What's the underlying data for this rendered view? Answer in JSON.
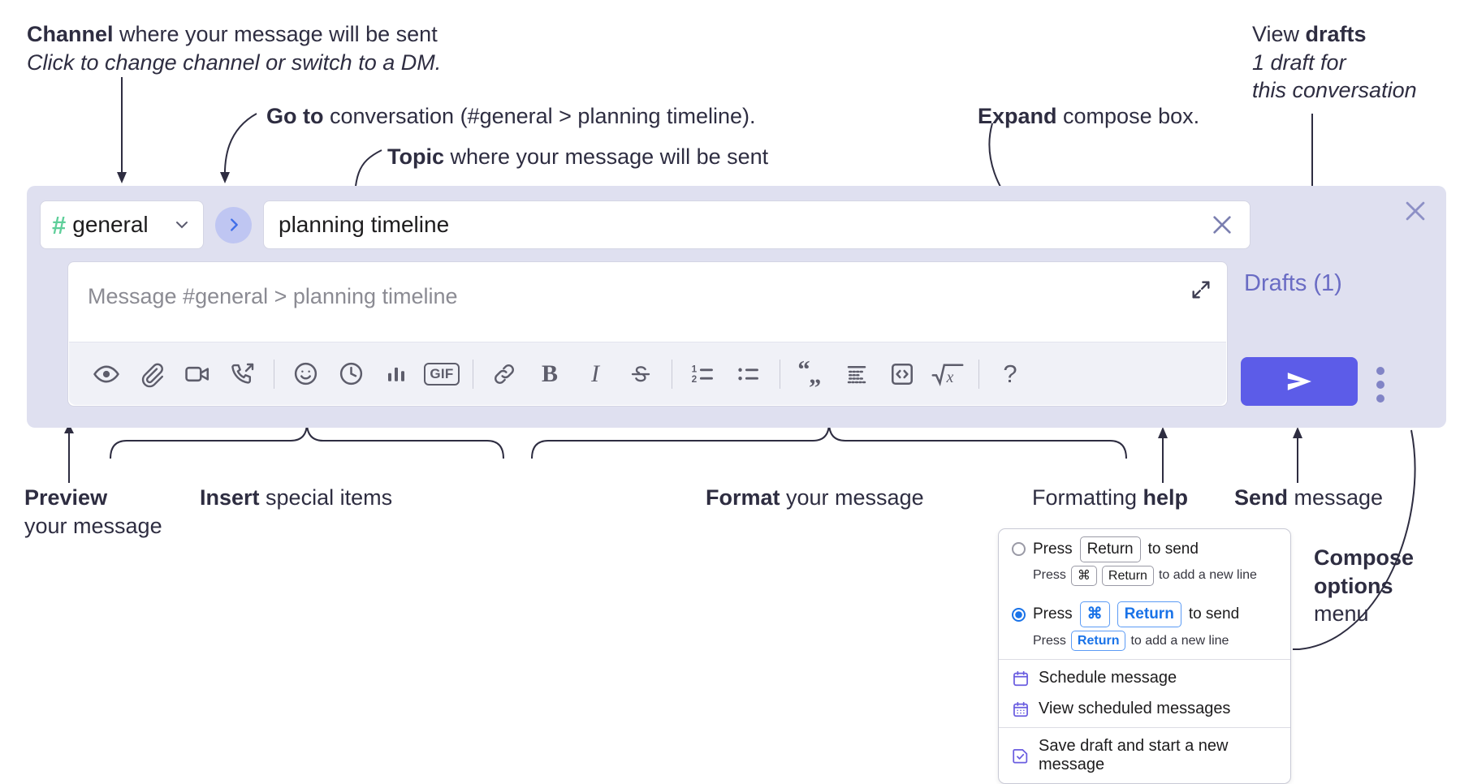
{
  "annotations": {
    "channel": {
      "strong": "Channel",
      "rest": " where your message will be sent",
      "italic": "Click to change channel or switch to a DM."
    },
    "goto": {
      "strong": "Go to",
      "rest": " conversation (#general > planning timeline)."
    },
    "topic": {
      "strong": "Topic",
      "rest": " where your message will be sent"
    },
    "expand": {
      "strong": "Expand",
      "rest": " compose box."
    },
    "drafts": {
      "lead": "View ",
      "strong": "drafts",
      "line2": "1 draft for",
      "line3": "this conversation"
    },
    "preview": {
      "strong": "Preview",
      "line2": "your message"
    },
    "insert": {
      "strong": "Insert",
      "rest": " special items"
    },
    "format": {
      "strong": "Format",
      "rest": " your message"
    },
    "help": {
      "lead": "Formatting ",
      "strong": "help"
    },
    "send": {
      "strong": "Send",
      "rest": " message"
    },
    "compose_options": {
      "line1": "Compose",
      "line2": "options",
      "line3": "menu"
    }
  },
  "compose": {
    "channel_name": "general",
    "channel_hash": "#",
    "topic_value": "planning timeline",
    "message_placeholder": "Message #general > planning timeline",
    "drafts_label": "Drafts (1)",
    "gif_label": "GIF",
    "help_label": "?",
    "bold_label": "B",
    "italic_label": "I",
    "toolbar_icons": [
      "eye-icon",
      "paperclip-icon",
      "video-camera-icon",
      "phone-outgoing-icon",
      "emoji-icon",
      "clock-icon",
      "bar-chart-icon",
      "gif-icon",
      "link-icon",
      "bold-icon",
      "italic-icon",
      "strikethrough-icon",
      "ordered-list-icon",
      "bulleted-list-icon",
      "blockquote-icon",
      "code-block-icon",
      "code-icon",
      "math-icon",
      "help-icon"
    ]
  },
  "options_menu": {
    "option1": {
      "selected": false,
      "press": "Press",
      "key": "Return",
      "tail": "to send",
      "sub_press": "Press",
      "sub_key1": "⌘",
      "sub_key2": "Return",
      "sub_tail": "to add a new line"
    },
    "option2": {
      "selected": true,
      "press": "Press",
      "key1": "⌘",
      "key2": "Return",
      "tail": "to send",
      "sub_press": "Press",
      "sub_key": "Return",
      "sub_tail": "to add a new line"
    },
    "items": [
      {
        "icon": "calendar-icon",
        "label": "Schedule message"
      },
      {
        "icon": "calendar-grid-icon",
        "label": "View scheduled messages"
      },
      {
        "icon": "save-draft-icon",
        "label": "Save draft and start a new message"
      }
    ]
  },
  "colors": {
    "panel_bg": "#dfe0f0",
    "send_button": "#5c5ce8",
    "hash_green": "#5fcf9a",
    "accent_blue": "#3f6ee8",
    "drafts_purple": "#6a6cc4",
    "text": "#2e2d41"
  }
}
